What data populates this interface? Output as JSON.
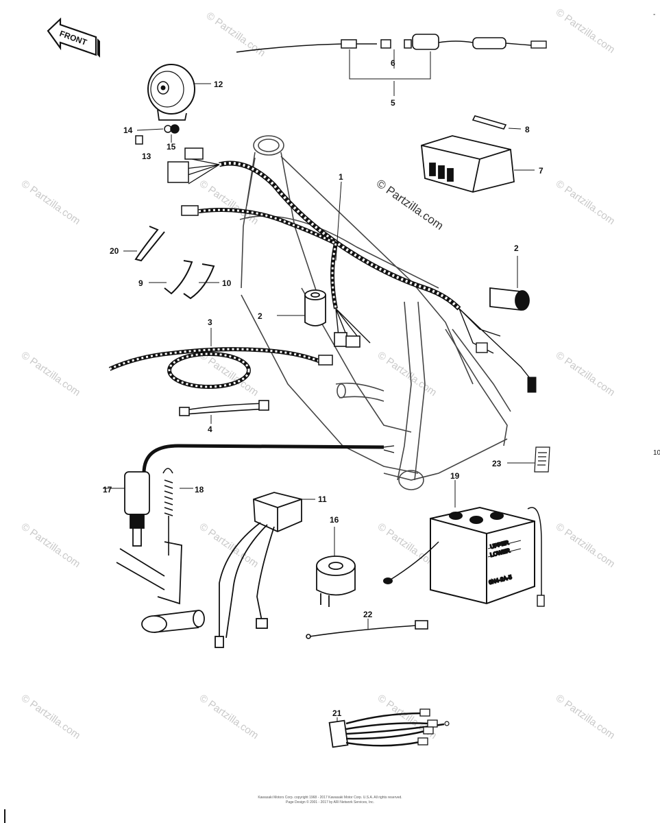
{
  "diagram": {
    "front_label": "FRONT",
    "watermark_text": "© Partzilla.com",
    "battery_plate_upper": "UPPER",
    "battery_plate_lower": "LOWER",
    "battery_model": "6N4-2A-5",
    "copyright_line_1": "Kawasaki Motors Corp. copyright 1968 - 2017  Kawasaki Motor Corp. U.S.A.  All rights reserved.",
    "copyright_line_2": "Page Design © 2001 - 2017 by ARI Network Services, Inc.",
    "edge_mark": "10",
    "corner_mark": "-",
    "callouts": [
      {
        "id": "1",
        "text": "1"
      },
      {
        "id": "2a",
        "text": "2"
      },
      {
        "id": "2b",
        "text": "2"
      },
      {
        "id": "3",
        "text": "3"
      },
      {
        "id": "4",
        "text": "4"
      },
      {
        "id": "5",
        "text": "5"
      },
      {
        "id": "6",
        "text": "6"
      },
      {
        "id": "7",
        "text": "7"
      },
      {
        "id": "8",
        "text": "8"
      },
      {
        "id": "9",
        "text": "9"
      },
      {
        "id": "10",
        "text": "10"
      },
      {
        "id": "11",
        "text": "11"
      },
      {
        "id": "12",
        "text": "12"
      },
      {
        "id": "13",
        "text": "13"
      },
      {
        "id": "14",
        "text": "14"
      },
      {
        "id": "15",
        "text": "15"
      },
      {
        "id": "16",
        "text": "16"
      },
      {
        "id": "17",
        "text": "17"
      },
      {
        "id": "18",
        "text": "18"
      },
      {
        "id": "19",
        "text": "19"
      },
      {
        "id": "20",
        "text": "20"
      },
      {
        "id": "21",
        "text": "21"
      },
      {
        "id": "22",
        "text": "22"
      },
      {
        "id": "23",
        "text": "23"
      }
    ]
  }
}
